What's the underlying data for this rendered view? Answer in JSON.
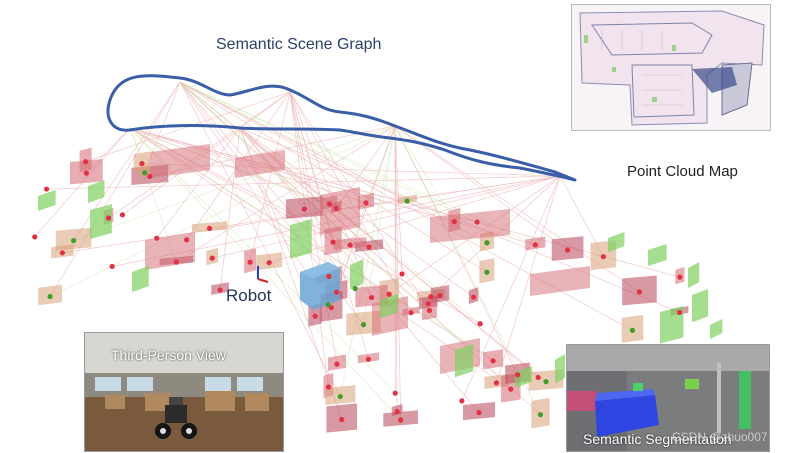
{
  "title": "Semantic Scene Graph",
  "robot_label": "Robot",
  "point_cloud_map_label": "Point Cloud Map",
  "third_person_view_label": "Third-Person View",
  "semantic_segmentation_label": "Semantic Segmentation",
  "watermark": "CSDN @zhuo007",
  "colors": {
    "hull": "#3a5ea8",
    "edges_red": "#e0707a",
    "edges_green": "#b9dc88",
    "object_box": "#d46a72",
    "object_box_dark": "#b7465a",
    "room_box": "#d9a07a",
    "green_plane": "#7fd060",
    "robot_box": "#6aa6d6",
    "node_red": "#e23044",
    "node_green": "#3ea02a"
  }
}
